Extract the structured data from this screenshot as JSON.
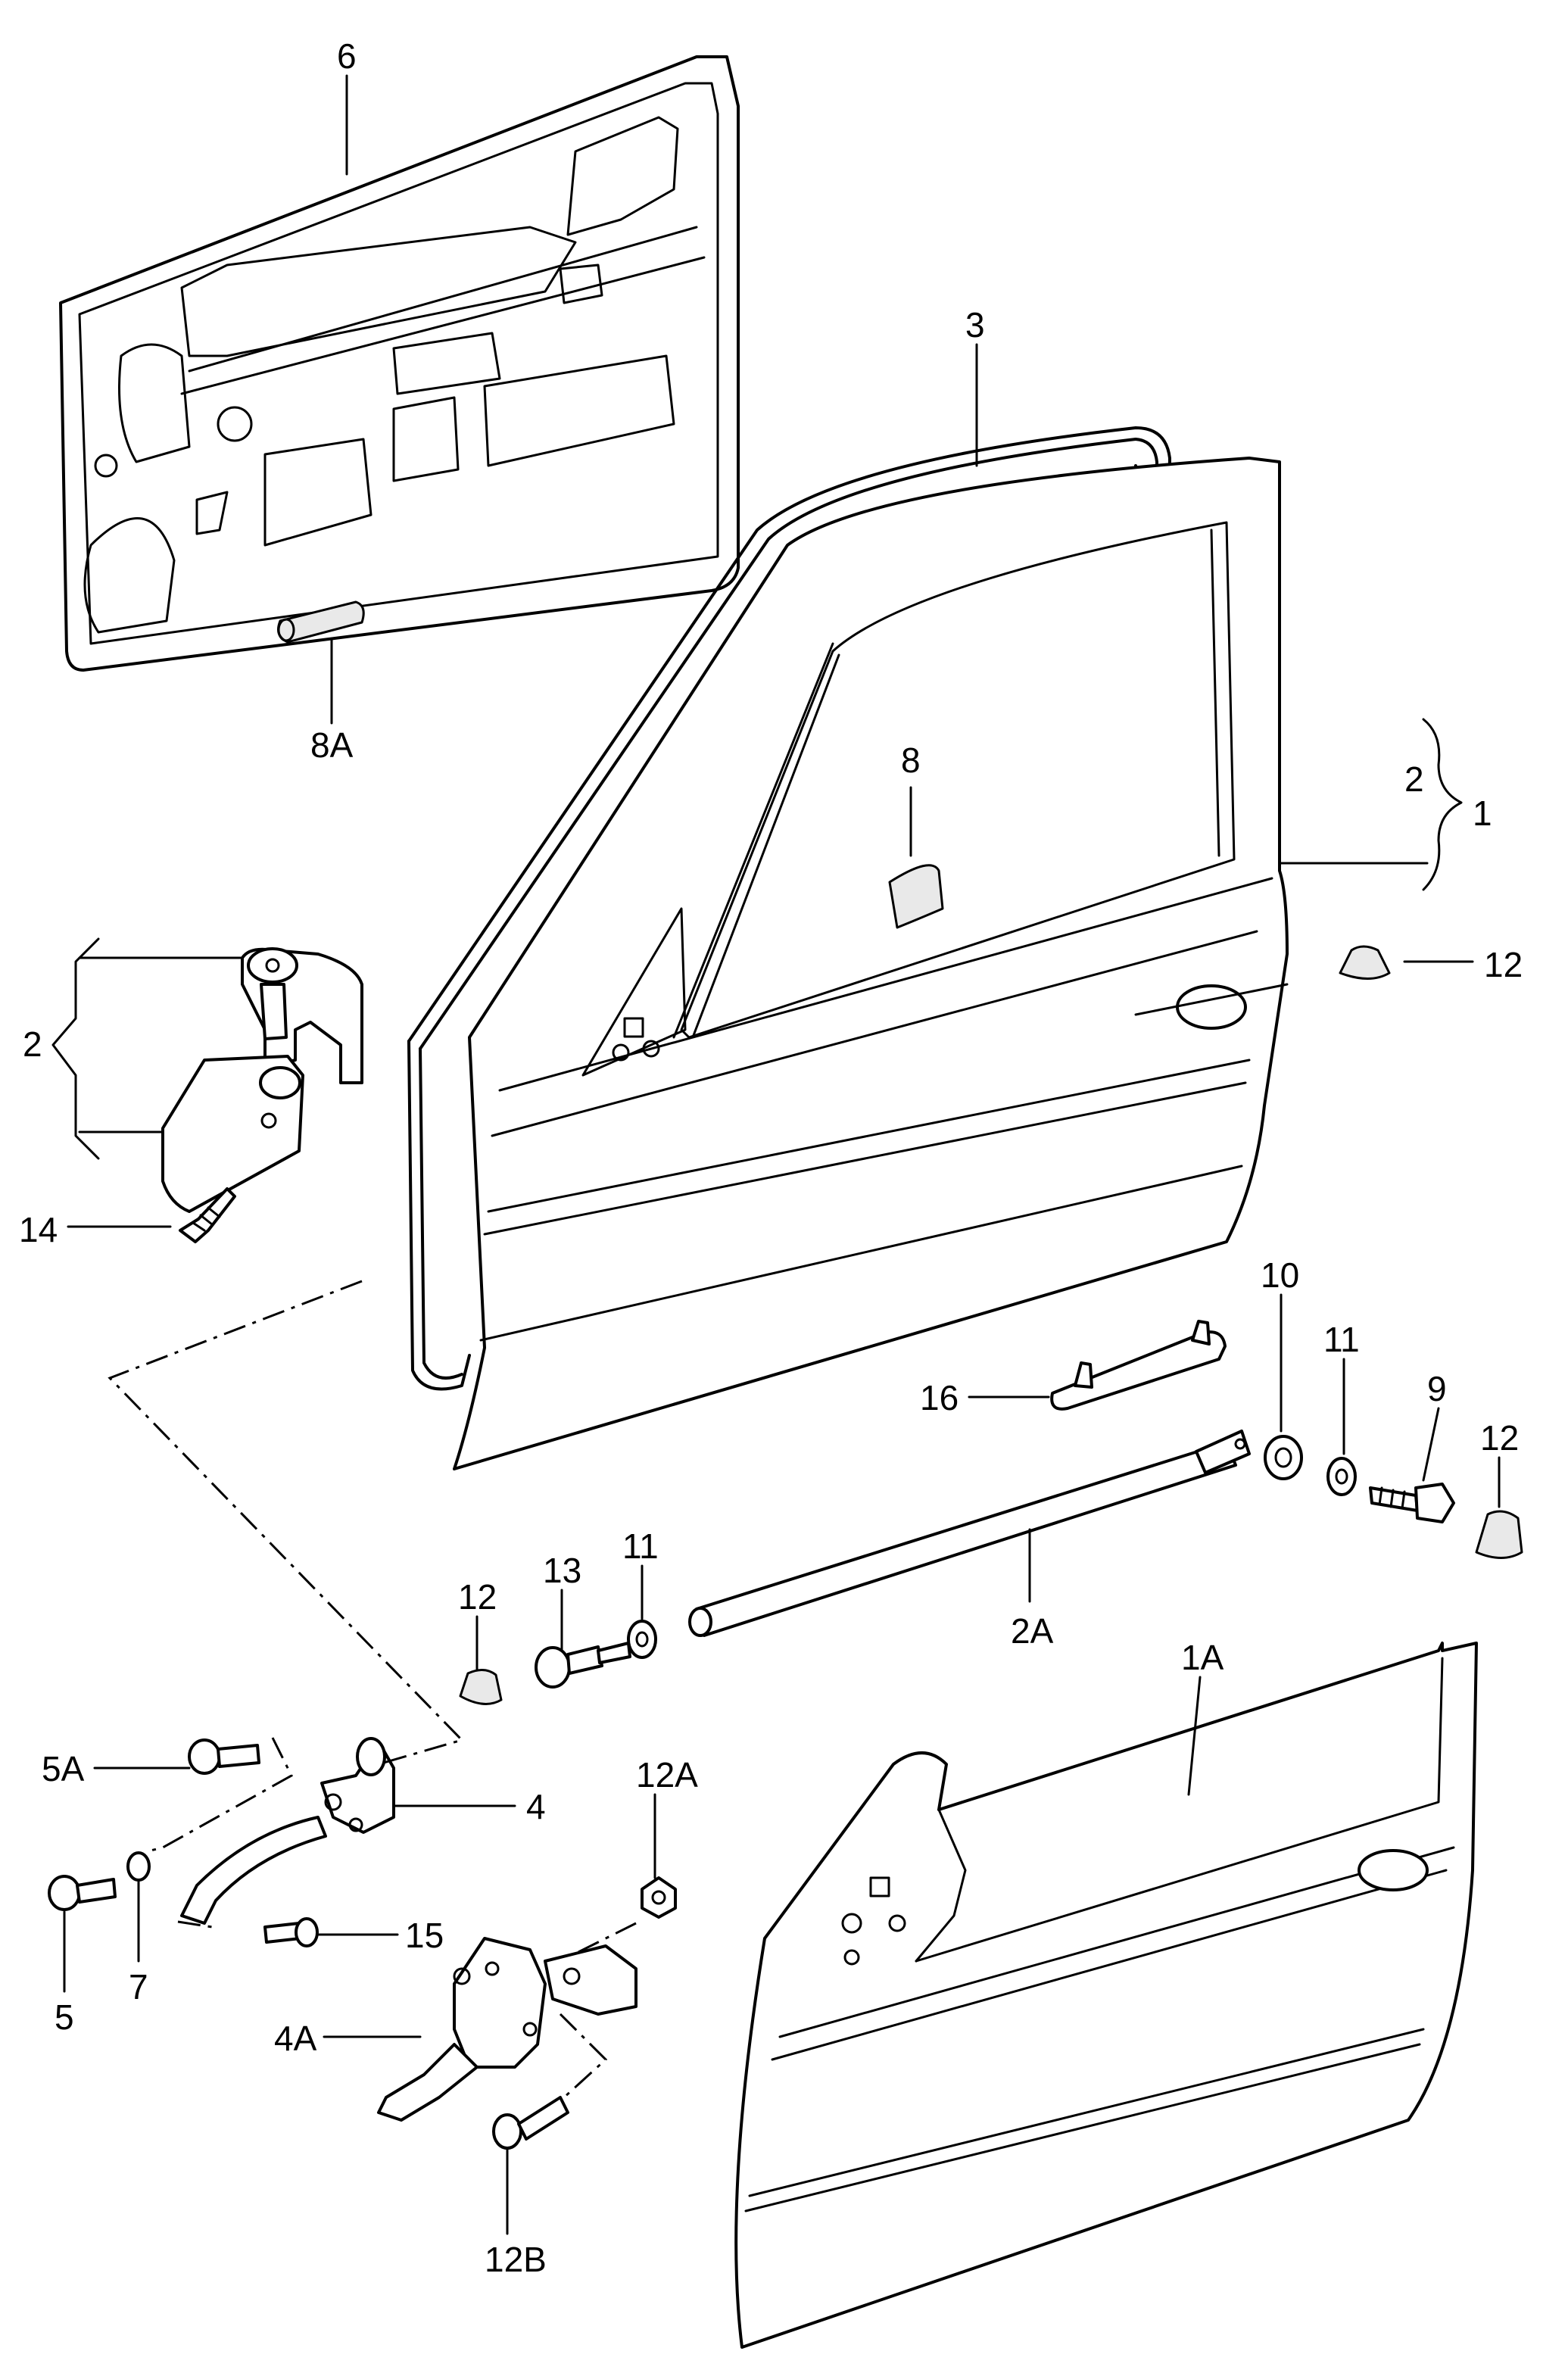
{
  "labels": {
    "l6": "6",
    "l3": "3",
    "l8A": "8A",
    "l8": "8",
    "l2_right": "2",
    "l1": "1",
    "l12_a": "12",
    "l2_left": "2",
    "l14": "14",
    "l10": "10",
    "l11_a": "11",
    "l9": "9",
    "l12_b": "12",
    "l16": "16",
    "l12_c": "12",
    "l13": "13",
    "l11_b": "11",
    "l2A": "2A",
    "l1A": "1A",
    "l5A": "5A",
    "l4": "4",
    "l12A": "12A",
    "l5": "5",
    "l7": "7",
    "l15": "15",
    "l4A": "4A",
    "l12B": "12B"
  }
}
